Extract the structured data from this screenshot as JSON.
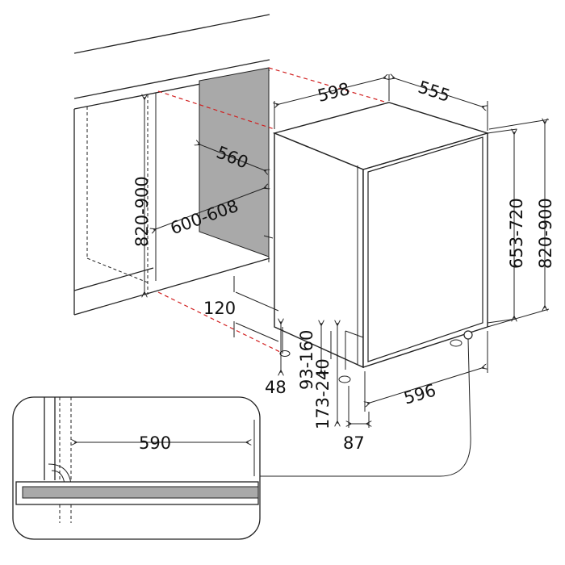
{
  "dimensions": {
    "appliance_width": "598",
    "appliance_depth": "555",
    "niche_depth": "560",
    "niche_width": "600-608",
    "niche_height": "820-900",
    "appliance_height_total": "820-900",
    "appliance_height_body": "653-720",
    "plinth_height": "120",
    "door_clearance_a": "93-160",
    "door_clearance_b": "173-240",
    "foot_48": "48",
    "foot_87": "87",
    "base_depth": "596",
    "detail_opening": "590"
  }
}
